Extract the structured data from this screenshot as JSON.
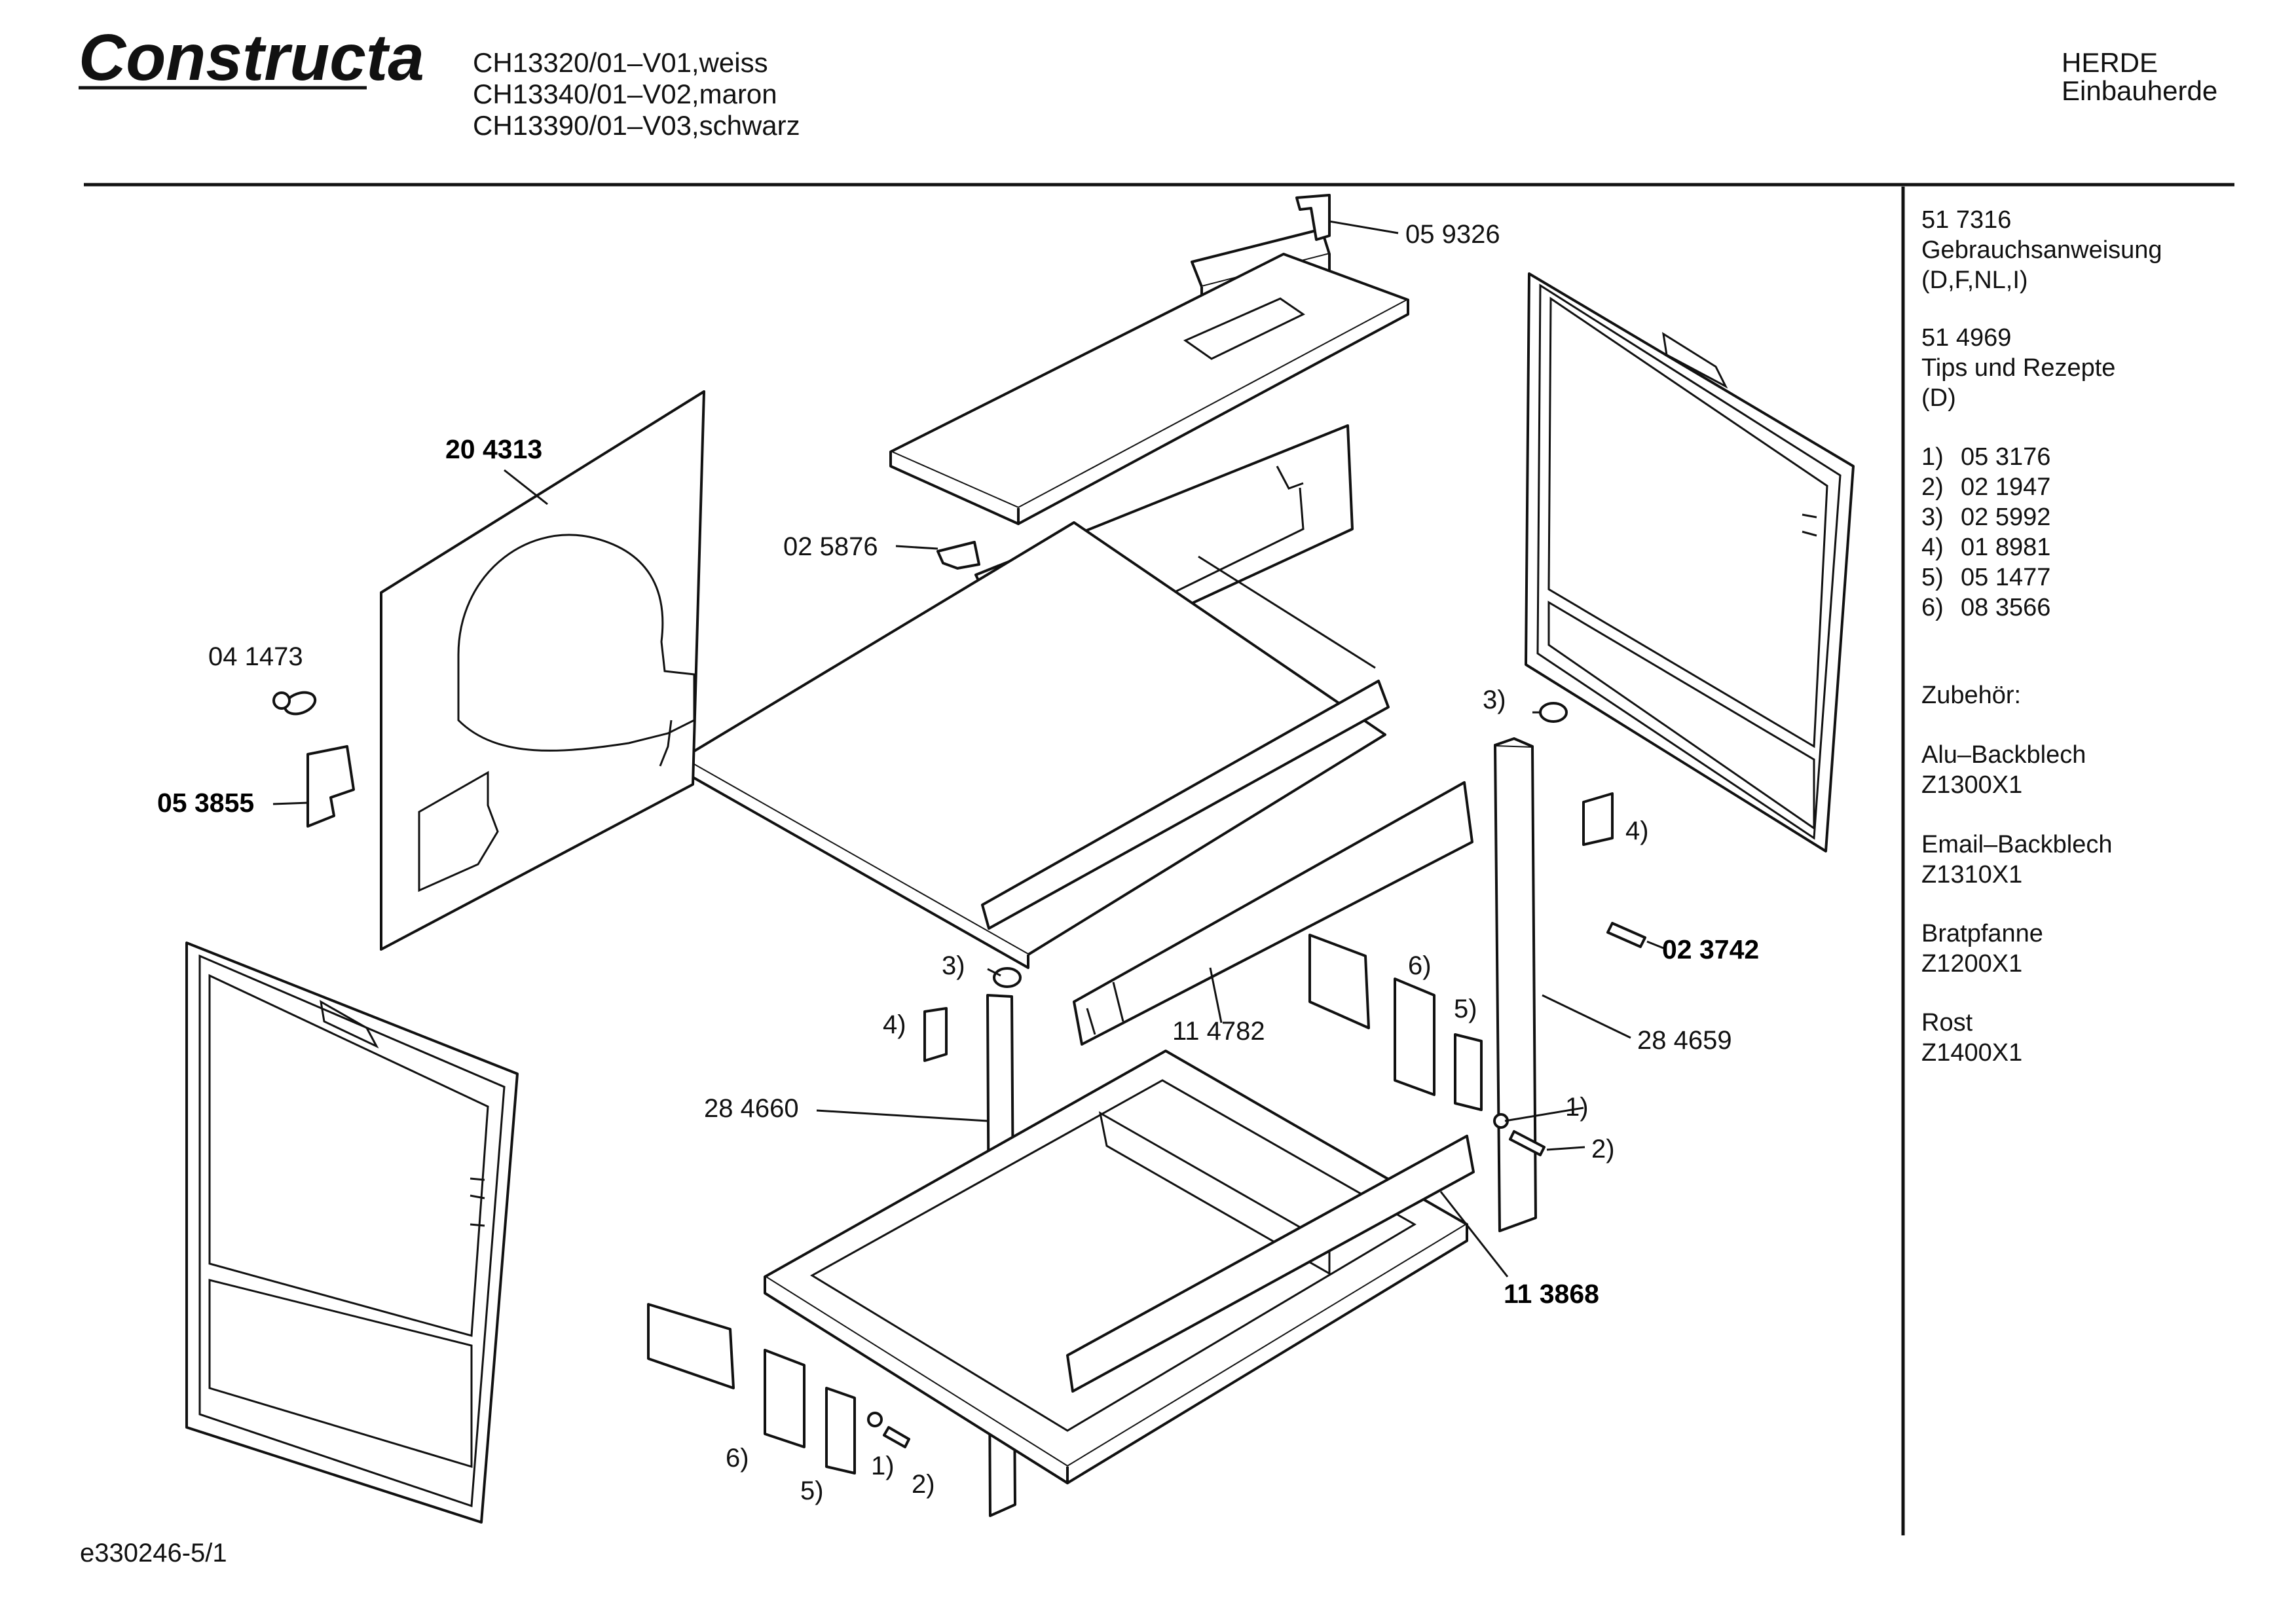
{
  "brand": {
    "logo_text": "Constructa"
  },
  "header": {
    "models": [
      "CH13320/01–V01,weiss",
      "CH13340/01–V02,maron",
      "CH13390/01–V03,schwarz"
    ],
    "category": "HERDE",
    "subcategory": "Einbauherde"
  },
  "side_panel": {
    "docs": [
      {
        "number": "51 7316",
        "title": "Gebrauchsanweisung",
        "note": "(D,F,NL,I)"
      },
      {
        "number": "51 4969",
        "title": "Tips und Rezepte",
        "note": "(D)"
      }
    ],
    "small_parts": [
      {
        "ref": "1)",
        "number": "05 3176"
      },
      {
        "ref": "2)",
        "number": "02 1947"
      },
      {
        "ref": "3)",
        "number": "02 5992"
      },
      {
        "ref": "4)",
        "number": "01 8981"
      },
      {
        "ref": "5)",
        "number": "05 1477"
      },
      {
        "ref": "6)",
        "number": "08 3566"
      }
    ],
    "accessories_heading": "Zubehör:",
    "accessories": [
      {
        "name": "Alu–Backblech",
        "code": "Z1300X1"
      },
      {
        "name": "Email–Backblech",
        "code": "Z1310X1"
      },
      {
        "name": "Bratpfanne",
        "code": "Z1200X1"
      },
      {
        "name": "Rost",
        "code": "Z1400X1"
      }
    ]
  },
  "callouts": {
    "c059326": "05 9326",
    "c204313": "20 4313",
    "c025876": "02 5876",
    "c041473": "04 1473",
    "c053855": "05 3855",
    "c114782": "11 4782",
    "c284660": "28 4660",
    "c284659": "28 4659",
    "c023742": "02 3742",
    "c113868": "11 3868",
    "r1": "1)",
    "r2": "2)",
    "r3": "3)",
    "r4": "4)",
    "r5": "5)",
    "r6": "6)"
  },
  "footer": {
    "drawing_id": "e330246-5/1"
  }
}
